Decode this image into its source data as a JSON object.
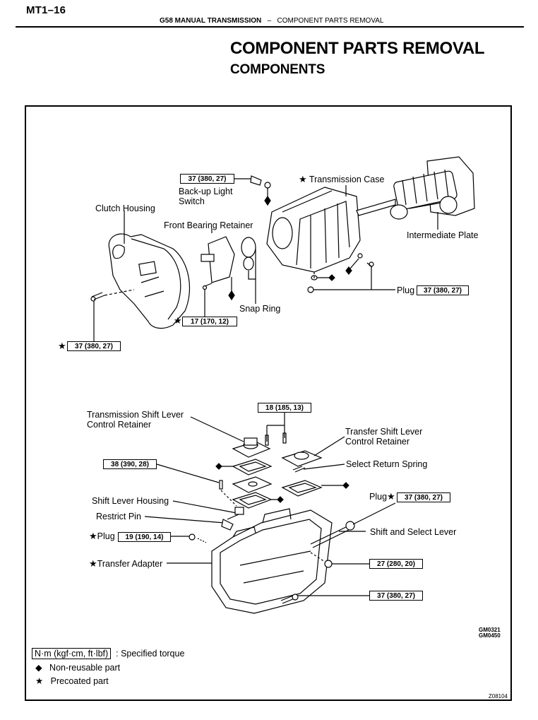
{
  "header": {
    "page_number": "MT1–16",
    "running_head_bold": "G58 MANUAL TRANSMISSION",
    "running_head_sep": "–",
    "running_head_section": "COMPONENT PARTS REMOVAL"
  },
  "title": "COMPONENT PARTS REMOVAL",
  "subtitle": "COMPONENTS",
  "diagram": {
    "upper": {
      "labels": {
        "backup_switch_line1": "Back-up Light",
        "backup_switch_line2": "Switch",
        "transmission_case": "Transmission Case",
        "clutch_housing": "Clutch Housing",
        "front_bearing_retainer": "Front Bearing Retainer",
        "intermediate_plate": "Intermediate Plate",
        "snap_ring": "Snap Ring",
        "plug": "Plug"
      },
      "torques": {
        "backup_switch": "37 (380, 27)",
        "plug": "37 (380, 27)",
        "front_bearing_bolt": "17 (170, 12)",
        "clutch_housing_bolt": "37 (380, 27)"
      }
    },
    "lower": {
      "labels": {
        "trans_shift_retainer_line1": "Transmission Shift Lever",
        "trans_shift_retainer_line2": "Control Retainer",
        "transfer_shift_retainer_line1": "Transfer Shift Lever",
        "transfer_shift_retainer_line2": "Control Retainer",
        "select_return_spring": "Select Return Spring",
        "plug_right": "Plug",
        "shift_lever_housing": "Shift Lever Housing",
        "restrict_pin": "Restrict Pin",
        "plug_left": "Plug",
        "shift_and_select_lever": "Shift and Select Lever",
        "transfer_adapter": "Transfer Adapter"
      },
      "torques": {
        "retainer_bolts": "18 (185, 13)",
        "shift_housing_bolt": "38 (390, 28)",
        "plug_right": "37 (380, 27)",
        "plug_left": "19 (190, 14)",
        "adapter_plug": "27 (280, 20)",
        "adapter_bolt": "37 (380, 27)"
      }
    },
    "codes": [
      "GM0321",
      "GM0450"
    ],
    "figure_number": "Z08104"
  },
  "legend": {
    "torque_unit": "N·m (kgf·cm, ft·lbf)",
    "torque_desc": ": Specified torque",
    "diamond_symbol": "◆",
    "diamond_desc": "Non-reusable part",
    "star_symbol": "★",
    "star_desc": "Precoated part"
  },
  "symbols": {
    "star": "★"
  }
}
